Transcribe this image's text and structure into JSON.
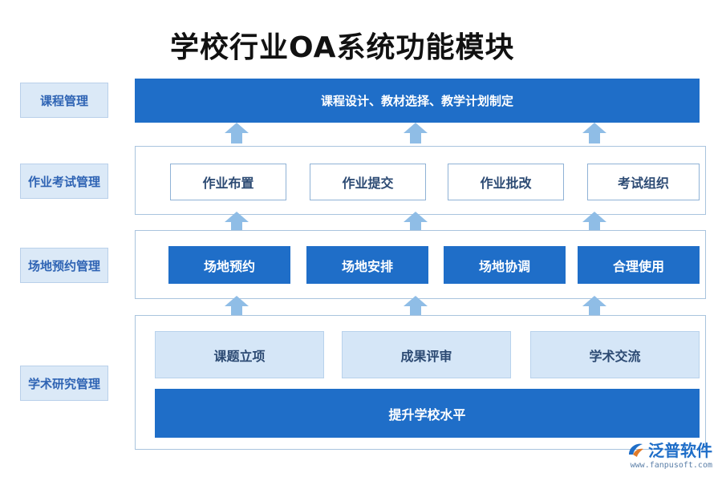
{
  "title": "学校行业OA系统功能模块",
  "sections": {
    "course": {
      "label": "课程管理",
      "bar": "课程设计、教材选择、教学计划制定"
    },
    "homework": {
      "label": "作业考试管理",
      "items": [
        "作业布置",
        "作业提交",
        "作业批改",
        "考试组织"
      ]
    },
    "venue": {
      "label": "场地预约管理",
      "items": [
        "场地预约",
        "场地安排",
        "场地协调",
        "合理使用"
      ]
    },
    "research": {
      "label": "学术研究管理",
      "items": [
        "课题立项",
        "成果评审",
        "学术交流"
      ],
      "bar": "提升学校水平"
    }
  },
  "logo": {
    "name": "泛普软件",
    "url": "www.fanpusoft.com"
  },
  "colors": {
    "primary": "#1f6ec8",
    "arrow": "#8fbde6",
    "label_bg": "#dbe9f7",
    "light_box": "#d5e6f7"
  }
}
